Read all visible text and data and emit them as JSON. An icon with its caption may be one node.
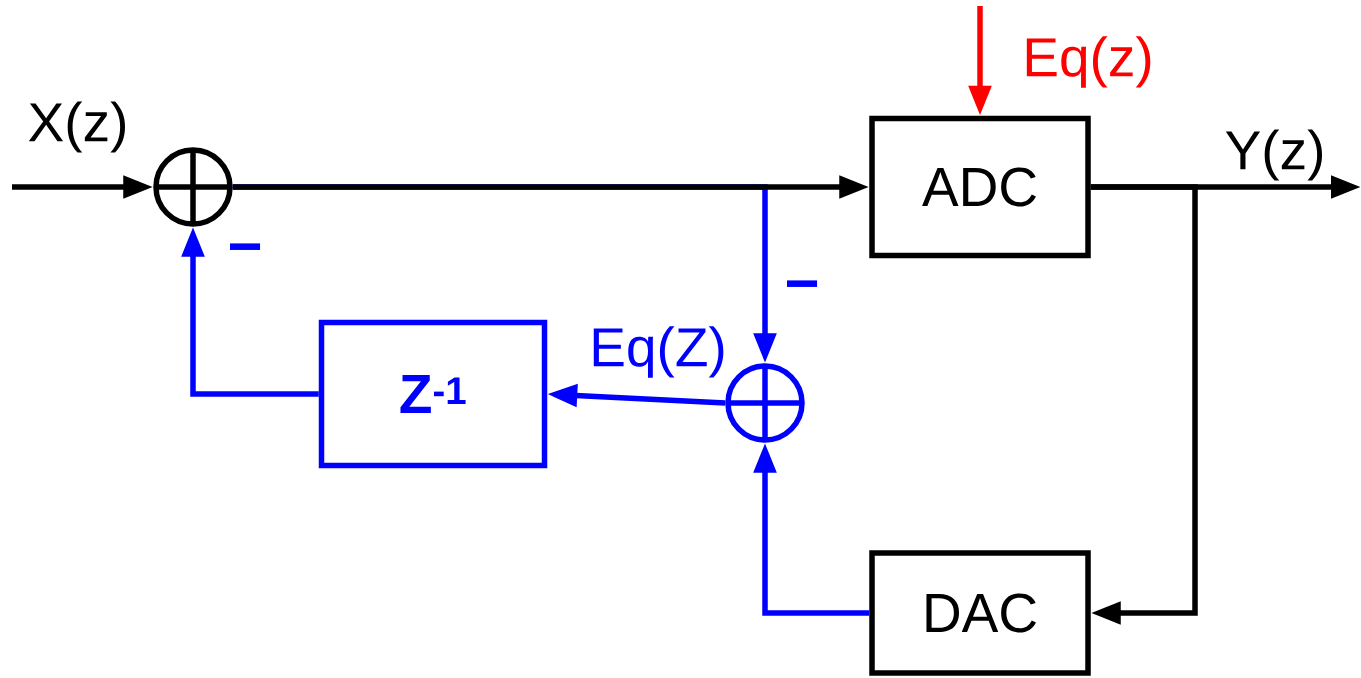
{
  "diagram": {
    "nodes": [
      {
        "text": [],
        "shape": "circle"
      },
      {
        "text": [
          "ADC"
        ]
      },
      {
        "text": [],
        "shape": "circle"
      },
      {
        "text": [
          "Z$^{-1}$"
        ]
      },
      {
        "text": [
          "DAC"
        ]
      }
    ],
    "edges": [
      {
        "from": null,
        "to": 0,
        "arrow": "to",
        "label": "X(z)"
      },
      {
        "from": 0,
        "to": 1,
        "arrow": "to"
      },
      {
        "from": 0,
        "to": 2,
        "arrow": "to",
        "color": "#0000ff"
      },
      {
        "from": 2,
        "to": 3,
        "arrow": "to",
        "color": "#0000ff",
        "label": "Eq(Z)"
      },
      {
        "from": 3,
        "to": 0,
        "arrow": "to",
        "color": "#0000ff"
      },
      {
        "from": 4,
        "to": 2,
        "arrow": "to",
        "color": "#0000ff"
      },
      {
        "from": 1,
        "to": null,
        "arrow": "to",
        "label": "Y(z)"
      },
      {
        "from": 1,
        "to": 4,
        "arrow": "to"
      },
      {
        "from": null,
        "to": 1,
        "arrow": "to",
        "color": "#ff0000",
        "label": "Eq(z)"
      }
    ],
    "labels": [
      "−",
      "−"
    ]
  }
}
